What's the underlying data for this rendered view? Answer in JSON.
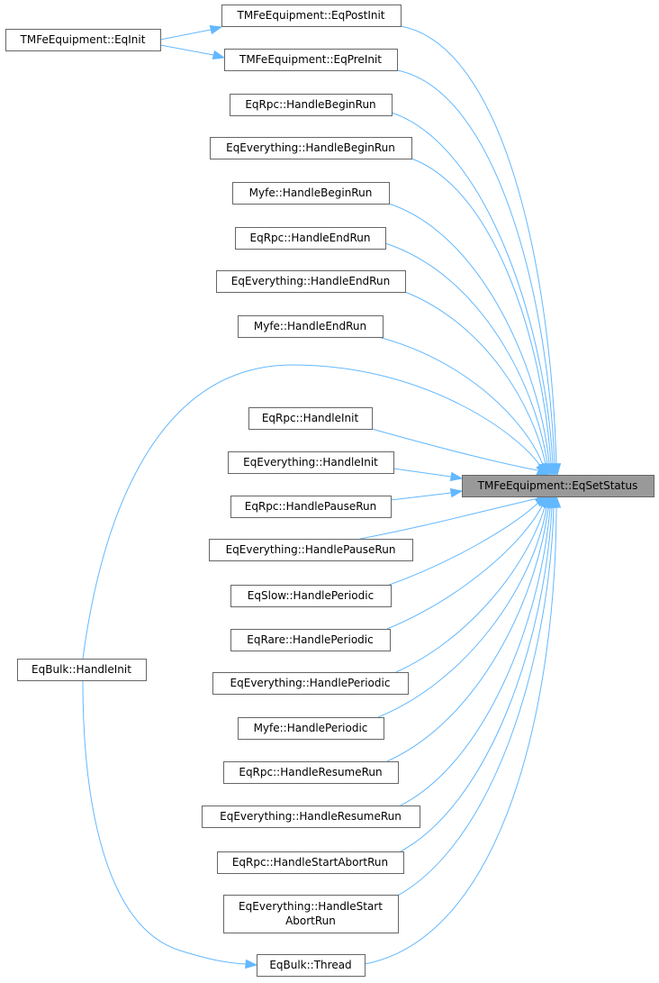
{
  "diagram": {
    "target": "TMFeEquipment::EqSetStatus",
    "nodes": [
      {
        "id": "eqpostinit",
        "lines": [
          "TMFeEquipment::EqPostInit"
        ]
      },
      {
        "id": "eqinit",
        "lines": [
          "TMFeEquipment::EqInit"
        ]
      },
      {
        "id": "eqpreinit",
        "lines": [
          "TMFeEquipment::EqPreInit"
        ]
      },
      {
        "id": "eqrpc-beginrun",
        "lines": [
          "EqRpc::HandleBeginRun"
        ]
      },
      {
        "id": "eqevery-beginrun",
        "lines": [
          "EqEverything::HandleBeginRun"
        ]
      },
      {
        "id": "myfe-beginrun",
        "lines": [
          "Myfe::HandleBeginRun"
        ]
      },
      {
        "id": "eqrpc-endrun",
        "lines": [
          "EqRpc::HandleEndRun"
        ]
      },
      {
        "id": "eqevery-endrun",
        "lines": [
          "EqEverything::HandleEndRun"
        ]
      },
      {
        "id": "myfe-endrun",
        "lines": [
          "Myfe::HandleEndRun"
        ]
      },
      {
        "id": "eqrpc-init",
        "lines": [
          "EqRpc::HandleInit"
        ]
      },
      {
        "id": "eqevery-init",
        "lines": [
          "EqEverything::HandleInit"
        ]
      },
      {
        "id": "eqrpc-pauserun",
        "lines": [
          "EqRpc::HandlePauseRun"
        ]
      },
      {
        "id": "eqevery-pauserun",
        "lines": [
          "EqEverything::HandlePauseRun"
        ]
      },
      {
        "id": "eqslow-periodic",
        "lines": [
          "EqSlow::HandlePeriodic"
        ]
      },
      {
        "id": "eqrare-periodic",
        "lines": [
          "EqRare::HandlePeriodic"
        ]
      },
      {
        "id": "eqevery-periodic",
        "lines": [
          "EqEverything::HandlePeriodic"
        ]
      },
      {
        "id": "myfe-periodic",
        "lines": [
          "Myfe::HandlePeriodic"
        ]
      },
      {
        "id": "eqrpc-resumerun",
        "lines": [
          "EqRpc::HandleResumeRun"
        ]
      },
      {
        "id": "eqevery-resumerun",
        "lines": [
          "EqEverything::HandleResumeRun"
        ]
      },
      {
        "id": "eqrpc-startabort",
        "lines": [
          "EqRpc::HandleStartAbortRun"
        ]
      },
      {
        "id": "eqevery-startabort",
        "lines": [
          "EqEverything::HandleStart",
          "AbortRun"
        ]
      },
      {
        "id": "eqbulk-init",
        "lines": [
          "EqBulk::HandleInit"
        ]
      },
      {
        "id": "eqbulk-thread",
        "lines": [
          "EqBulk::Thread"
        ]
      },
      {
        "id": "target",
        "lines": [
          "TMFeEquipment::EqSetStatus"
        ]
      }
    ],
    "edges": [
      {
        "from": "eqinit",
        "to": "eqpostinit"
      },
      {
        "from": "eqinit",
        "to": "eqpreinit"
      },
      {
        "from": "eqpostinit",
        "to": "target"
      },
      {
        "from": "eqpreinit",
        "to": "target"
      },
      {
        "from": "eqrpc-beginrun",
        "to": "target"
      },
      {
        "from": "eqevery-beginrun",
        "to": "target"
      },
      {
        "from": "myfe-beginrun",
        "to": "target"
      },
      {
        "from": "eqrpc-endrun",
        "to": "target"
      },
      {
        "from": "eqevery-endrun",
        "to": "target"
      },
      {
        "from": "myfe-endrun",
        "to": "target"
      },
      {
        "from": "eqbulk-init",
        "to": "target"
      },
      {
        "from": "eqrpc-init",
        "to": "target"
      },
      {
        "from": "eqevery-init",
        "to": "target"
      },
      {
        "from": "eqrpc-pauserun",
        "to": "target"
      },
      {
        "from": "eqevery-pauserun",
        "to": "target"
      },
      {
        "from": "eqslow-periodic",
        "to": "target"
      },
      {
        "from": "eqrare-periodic",
        "to": "target"
      },
      {
        "from": "eqevery-periodic",
        "to": "target"
      },
      {
        "from": "myfe-periodic",
        "to": "target"
      },
      {
        "from": "eqrpc-resumerun",
        "to": "target"
      },
      {
        "from": "eqevery-resumerun",
        "to": "target"
      },
      {
        "from": "eqrpc-startabort",
        "to": "target"
      },
      {
        "from": "eqevery-startabort",
        "to": "target"
      },
      {
        "from": "eqbulk-thread",
        "to": "target"
      },
      {
        "from": "eqbulk-init",
        "to": "eqbulk-thread"
      }
    ],
    "colors": {
      "edge": "#63b8ff",
      "target_fill": "#999999",
      "node_border": "#666666"
    }
  }
}
